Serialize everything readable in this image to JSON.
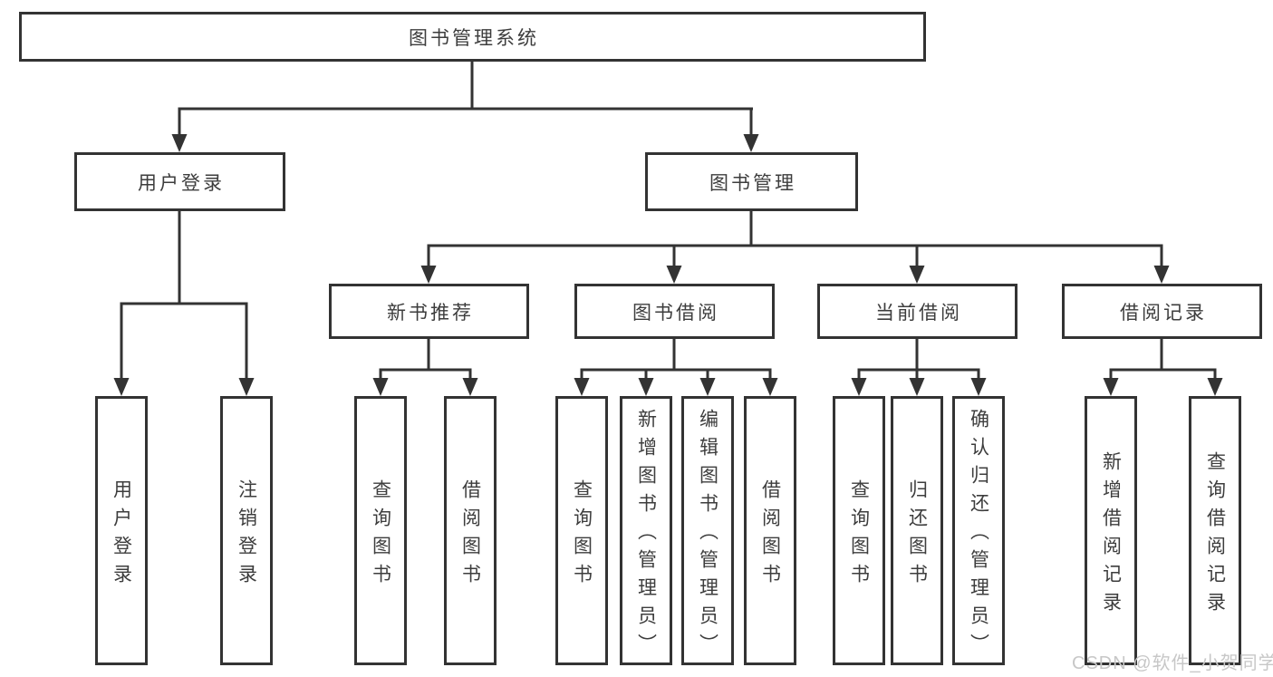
{
  "diagram": {
    "root": {
      "label": "图书管理系统"
    },
    "level2": [
      {
        "id": "user-login",
        "label": "用户登录"
      },
      {
        "id": "book-management",
        "label": "图书管理"
      }
    ],
    "level3": [
      {
        "id": "new-book-recommend",
        "label": "新书推荐",
        "parent": "图书管理"
      },
      {
        "id": "book-borrowing",
        "label": "图书借阅",
        "parent": "图书管理"
      },
      {
        "id": "current-borrowing",
        "label": "当前借阅",
        "parent": "图书管理"
      },
      {
        "id": "borrowing-records",
        "label": "借阅记录",
        "parent": "图书管理"
      }
    ],
    "leaves": [
      {
        "label": "用户登录",
        "parent": "用户登录"
      },
      {
        "label": "注销登录",
        "parent": "用户登录"
      },
      {
        "label": "查询图书",
        "parent": "新书推荐"
      },
      {
        "label": "借阅图书",
        "parent": "新书推荐"
      },
      {
        "label": "查询图书",
        "parent": "图书借阅"
      },
      {
        "label": "新增图书（管理员）",
        "parent": "图书借阅"
      },
      {
        "label": "编辑图书（管理员）",
        "parent": "图书借阅"
      },
      {
        "label": "借阅图书",
        "parent": "图书借阅"
      },
      {
        "label": "查询图书",
        "parent": "当前借阅"
      },
      {
        "label": "归还图书",
        "parent": "当前借阅"
      },
      {
        "label": "确认归还（管理员）",
        "parent": "当前借阅"
      },
      {
        "label": "新增借阅记录",
        "parent": "借阅记录"
      },
      {
        "label": "查询借阅记录",
        "parent": "借阅记录"
      }
    ]
  },
  "watermark": {
    "text": "CSDN @软件_小贺同学"
  },
  "colors": {
    "line": "#333333",
    "box_border": "#333333",
    "text": "#3d3d3d",
    "watermark": "#c7c7c7",
    "background": "#ffffff"
  }
}
